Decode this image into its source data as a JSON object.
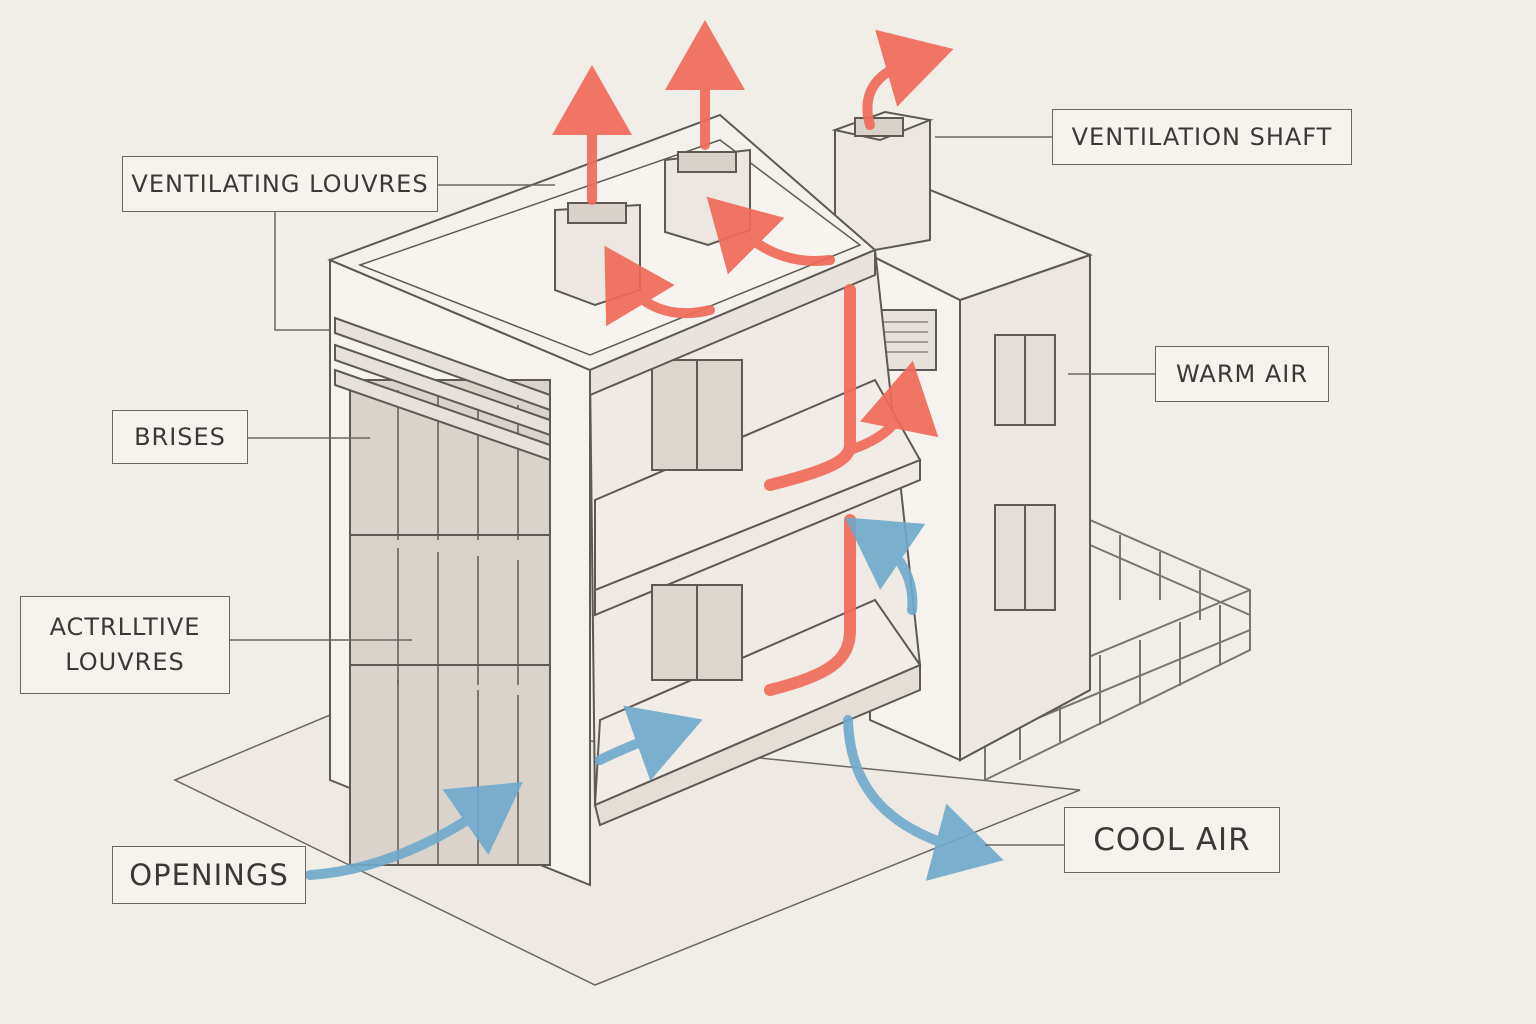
{
  "labels": {
    "ventilating_louvres": "VENTILATING LOUVRES",
    "ventilation_shaft": "VENTILATION SHAFT",
    "brises": "BRISES",
    "warm_air": "WARM AIR",
    "actrlltive_louvres_line1": "ACTRLLTIVE",
    "actrlltive_louvres_line2": "LOUVRES",
    "openings": "OPENINGS",
    "cool_air": "COOL AIR"
  },
  "colors": {
    "background": "#f1ede7",
    "warm_air": "#f06b5a",
    "cool_air": "#6fa9cc",
    "outline": "#5e5955"
  }
}
